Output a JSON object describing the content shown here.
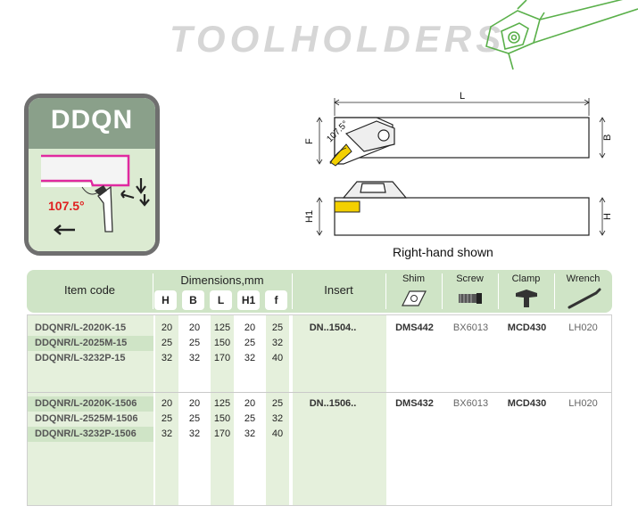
{
  "header": {
    "title": "TOOLHOLDERS"
  },
  "badge": {
    "name": "DDQN",
    "angle": "107.5°"
  },
  "drawing": {
    "dim_L": "L",
    "dim_B": "B",
    "dim_F": "F",
    "dim_H": "H",
    "dim_H1": "H1",
    "angle": "107.5°",
    "caption": "Right-hand shown"
  },
  "table": {
    "headers": {
      "item_code": "Item code",
      "dimensions": "Dimensions,mm",
      "dim_cols": [
        "H",
        "B",
        "L",
        "H1",
        "f"
      ],
      "insert": "Insert",
      "shim": "Shim",
      "screw": "Screw",
      "clamp": "Clamp",
      "wrench": "Wrench"
    },
    "groups": [
      {
        "rows": [
          {
            "code": "DDQNR/L-2020K-15",
            "H": "20",
            "B": "20",
            "L": "125",
            "H1": "20",
            "f": "25"
          },
          {
            "code": "DDQNR/L-2025M-15",
            "H": "25",
            "B": "25",
            "L": "150",
            "H1": "25",
            "f": "32"
          },
          {
            "code": "DDQNR/L-3232P-15",
            "H": "32",
            "B": "32",
            "L": "170",
            "H1": "32",
            "f": "40"
          }
        ],
        "insert": "DN..1504..",
        "shim": "DMS442",
        "screw": "BX6013",
        "clamp": "MCD430",
        "wrench": "LH020"
      },
      {
        "rows": [
          {
            "code": "DDQNR/L-2020K-1506",
            "H": "20",
            "B": "20",
            "L": "125",
            "H1": "20",
            "f": "25"
          },
          {
            "code": "DDQNR/L-2525M-1506",
            "H": "25",
            "B": "25",
            "L": "150",
            "H1": "25",
            "f": "32"
          },
          {
            "code": "DDQNR/L-3232P-1506",
            "H": "32",
            "B": "32",
            "L": "170",
            "H1": "32",
            "f": "40"
          }
        ],
        "insert": "DN..1506..",
        "shim": "DMS432",
        "screw": "BX6013",
        "clamp": "MCD430",
        "wrench": "LH020"
      }
    ]
  }
}
